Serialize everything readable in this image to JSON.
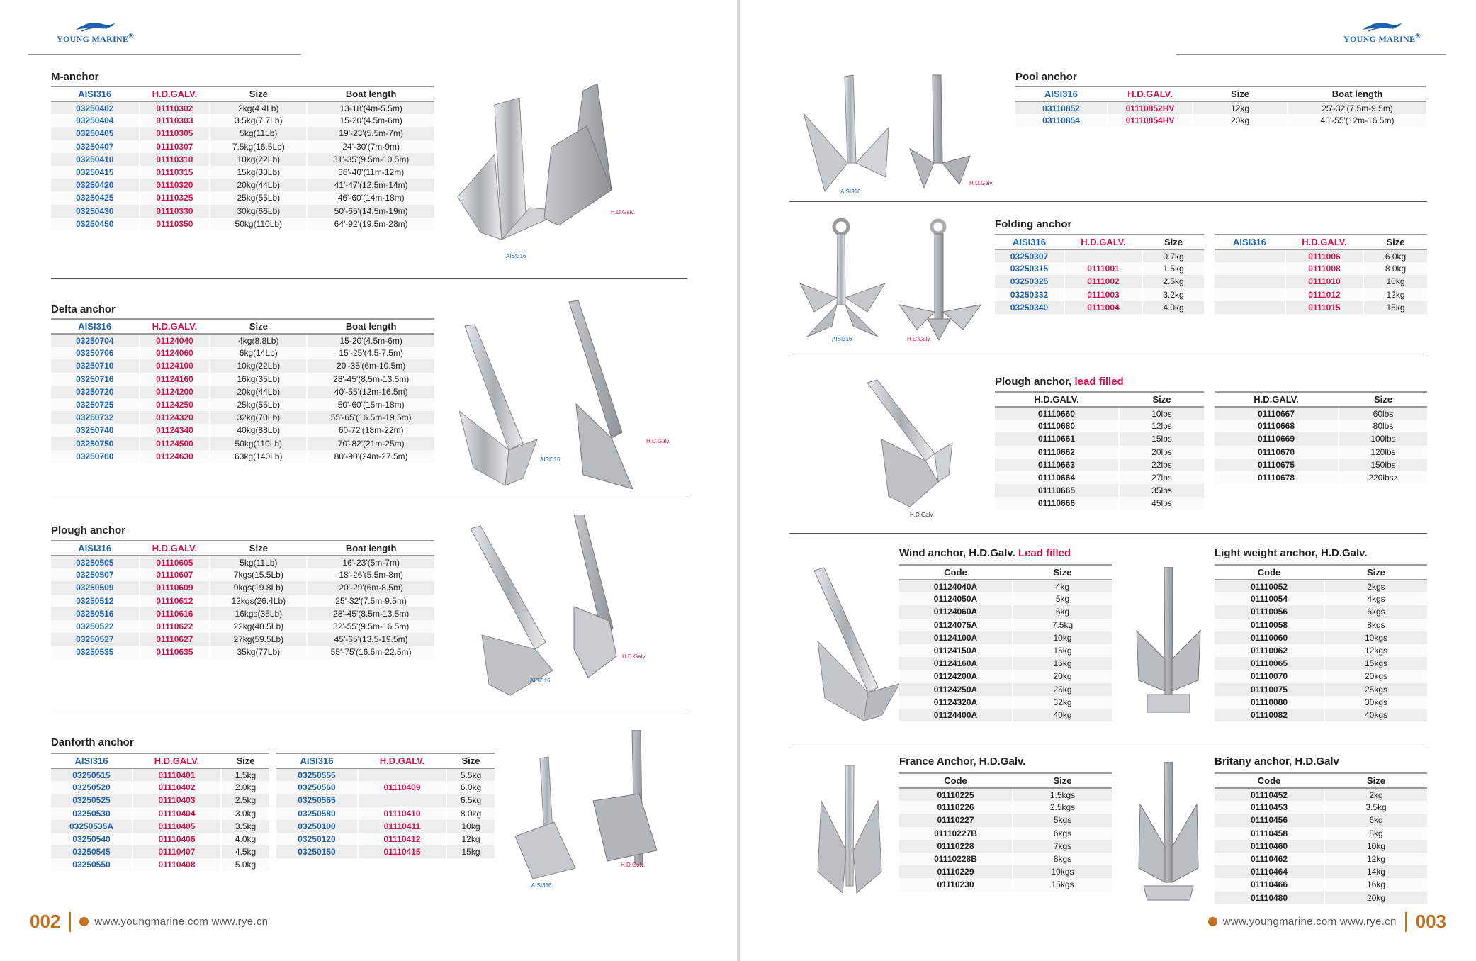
{
  "brand": "YOUNG MARINE",
  "brand_mark": "®",
  "colors": {
    "aisi": "#1e63b0",
    "galv": "#d0154e",
    "accent": "#c0701e"
  },
  "left": {
    "m_anchor": {
      "title": "M-anchor",
      "headers": [
        "AISI316",
        "H.D.GALV.",
        "Size",
        "Boat length"
      ],
      "rows": [
        [
          "03250402",
          "01110302",
          "2kg(4.4Lb)",
          "13-18'(4m-5.5m)"
        ],
        [
          "03250404",
          "01110303",
          "3.5kg(7.7Lb)",
          "15-20'(4.5m-6m)"
        ],
        [
          "03250405",
          "01110305",
          "5kg(11Lb)",
          "19'-23'(5.5m-7m)"
        ],
        [
          "03250407",
          "01110307",
          "7.5kg(16.5Lb)",
          "24'-30'(7m-9m)"
        ],
        [
          "03250410",
          "01110310",
          "10kg(22Lb)",
          "31'-35'(9.5m-10.5m)"
        ],
        [
          "03250415",
          "01110315",
          "15kg(33Lb)",
          "36'-40'(11m-12m)"
        ],
        [
          "03250420",
          "01110320",
          "20kg(44Lb)",
          "41'-47'(12.5m-14m)"
        ],
        [
          "03250425",
          "01110325",
          "25kg(55Lb)",
          "46'-60'(14m-18m)"
        ],
        [
          "03250430",
          "01110330",
          "30kg(66Lb)",
          "50'-65'(14.5m-19m)"
        ],
        [
          "03250450",
          "01110350",
          "50kg(110Lb)",
          "64'-92'(19.5m-28m)"
        ]
      ],
      "img_tags": [
        "AISI316",
        "H.D.Galv."
      ]
    },
    "delta": {
      "title": "Delta anchor",
      "headers": [
        "AISI316",
        "H.D.GALV.",
        "Size",
        "Boat length"
      ],
      "rows": [
        [
          "03250704",
          "01124040",
          "4kg(8.8Lb)",
          "15-20'(4.5m-6m)"
        ],
        [
          "03250706",
          "01124060",
          "6kg(14Lb)",
          "15'-25'(4.5-7.5m)"
        ],
        [
          "03250710",
          "01124100",
          "10kg(22Lb)",
          "20'-35'(6m-10.5m)"
        ],
        [
          "03250716",
          "01124160",
          "16kg(35Lb)",
          "28'-45'(8.5m-13.5m)"
        ],
        [
          "03250720",
          "01124200",
          "20kg(44Lb)",
          "40'-55'(12m-16.5m)"
        ],
        [
          "03250725",
          "01124250",
          "25kg(55Lb)",
          "50'-60'(15m-18m)"
        ],
        [
          "03250732",
          "01124320",
          "32kg(70Lb)",
          "55'-65'(16.5m-19.5m)"
        ],
        [
          "03250740",
          "01124340",
          "40kg(88Lb)",
          "60-72'(18m-22m)"
        ],
        [
          "03250750",
          "01124500",
          "50kg(110Lb)",
          "70'-82'(21m-25m)"
        ],
        [
          "03250760",
          "01124630",
          "63kg(140Lb)",
          "80'-90'(24m-27.5m)"
        ]
      ],
      "img_tags": [
        "AISI316",
        "H.D.Galv."
      ]
    },
    "plough": {
      "title": "Plough anchor",
      "headers": [
        "AISI316",
        "H.D.GALV.",
        "Size",
        "Boat length"
      ],
      "rows": [
        [
          "03250505",
          "01110605",
          "5kg(11Lb)",
          "16'-23'(5m-7m)"
        ],
        [
          "03250507",
          "01110607",
          "7kgs(15.5Lb)",
          "18'-26'(5.5m-8m)"
        ],
        [
          "03250509",
          "01110609",
          "9kgs(19.8Lb)",
          "20'-29'(6m-8.5m)"
        ],
        [
          "03250512",
          "01110612",
          "12kgs(26.4Lb)",
          "25'-32'(7.5m-9.5m)"
        ],
        [
          "03250516",
          "01110616",
          "16kgs(35Lb)",
          "28'-45'(8.5m-13.5m)"
        ],
        [
          "03250522",
          "01110622",
          "22kg(48.5Lb)",
          "32'-55'(9.5m-16.5m)"
        ],
        [
          "03250527",
          "01110627",
          "27kg(59.5Lb)",
          "45'-65'(13.5-19.5m)"
        ],
        [
          "03250535",
          "01110635",
          "35kg(77Lb)",
          "55'-75'(16.5m-22.5m)"
        ]
      ],
      "img_tags": [
        "AISI316",
        "H.D.Galv."
      ]
    },
    "danforth": {
      "title": "Danforth anchor",
      "headers": [
        "AISI316",
        "H.D.GALV.",
        "Size"
      ],
      "rows_a": [
        [
          "03250515",
          "01110401",
          "1.5kg"
        ],
        [
          "03250520",
          "01110402",
          "2.0kg"
        ],
        [
          "03250525",
          "01110403",
          "2.5kg"
        ],
        [
          "03250530",
          "01110404",
          "3.0kg"
        ],
        [
          "03250535A",
          "01110405",
          "3.5kg"
        ],
        [
          "03250540",
          "01110406",
          "4.0kg"
        ],
        [
          "03250545",
          "01110407",
          "4.5kg"
        ],
        [
          "03250550",
          "01110408",
          "5.0kg"
        ]
      ],
      "rows_b": [
        [
          "03250555",
          "",
          "5.5kg"
        ],
        [
          "03250560",
          "01110409",
          "6.0kg"
        ],
        [
          "03250565",
          "",
          "6.5kg"
        ],
        [
          "03250580",
          "01110410",
          "8.0kg"
        ],
        [
          "03250100",
          "01110411",
          "10kg"
        ],
        [
          "03250120",
          "01110412",
          "12kg"
        ],
        [
          "03250150",
          "01110415",
          "15kg"
        ]
      ],
      "img_tags": [
        "AISI316",
        "H.D.Galv."
      ]
    },
    "footer": {
      "page": "002",
      "url": "www.youngmarine.com   www.rye.cn"
    }
  },
  "right": {
    "pool": {
      "title": "Pool anchor",
      "headers": [
        "AISI316",
        "H.D.GALV.",
        "Size",
        "Boat length"
      ],
      "rows": [
        [
          "03110852",
          "01110852HV",
          "12kg",
          "25'-32'(7.5m-9.5m)"
        ],
        [
          "03110854",
          "01110854HV",
          "20kg",
          "40'-55'(12m-16.5m)"
        ]
      ],
      "img_tags": [
        "AISI316",
        "H.D.Galv."
      ]
    },
    "folding": {
      "title": "Folding anchor",
      "headers": [
        "AISI316",
        "H.D.GALV.",
        "Size"
      ],
      "rows_a": [
        [
          "03250307",
          "",
          "0.7kg"
        ],
        [
          "03250315",
          "0111001",
          "1.5kg"
        ],
        [
          "03250325",
          "0111002",
          "2.5kg"
        ],
        [
          "03250332",
          "0111003",
          "3.2kg"
        ],
        [
          "03250340",
          "0111004",
          "4.0kg"
        ]
      ],
      "rows_b": [
        [
          "",
          "0111006",
          "6.0kg"
        ],
        [
          "",
          "0111008",
          "8.0kg"
        ],
        [
          "",
          "0111010",
          "10kg"
        ],
        [
          "",
          "0111012",
          "12kg"
        ],
        [
          "",
          "0111015",
          "15kg"
        ]
      ],
      "img_tags": [
        "AISI316",
        "H.D.Galv."
      ]
    },
    "plough_lead": {
      "title": "Plough anchor,",
      "title_red": "lead filled",
      "headers": [
        "H.D.GALV.",
        "Size"
      ],
      "rows_a": [
        [
          "01110660",
          "10lbs"
        ],
        [
          "01110680",
          "12lbs"
        ],
        [
          "01110661",
          "15lbs"
        ],
        [
          "01110662",
          "20lbs"
        ],
        [
          "01110663",
          "22lbs"
        ],
        [
          "01110664",
          "27lbs"
        ],
        [
          "01110665",
          "35lbs"
        ],
        [
          "01110666",
          "45lbs"
        ]
      ],
      "rows_b": [
        [
          "01110667",
          "60lbs"
        ],
        [
          "01110668",
          "80lbs"
        ],
        [
          "01110669",
          "100lbs"
        ],
        [
          "01110670",
          "120lbs"
        ],
        [
          "01110675",
          "150lbs"
        ],
        [
          "01110678",
          "220lbsz"
        ]
      ],
      "img_tag": "H.D.Galv."
    },
    "wind": {
      "title": "Wind anchor, H.D.Galv.",
      "title_red": "Lead filled",
      "headers": [
        "Code",
        "Size"
      ],
      "rows": [
        [
          "01124040A",
          "4kg"
        ],
        [
          "01124050A",
          "5kg"
        ],
        [
          "01124060A",
          "6kg"
        ],
        [
          "01124075A",
          "7.5kg"
        ],
        [
          "01124100A",
          "10kg"
        ],
        [
          "01124150A",
          "15kg"
        ],
        [
          "01124160A",
          "16kg"
        ],
        [
          "01124200A",
          "20kg"
        ],
        [
          "01124250A",
          "25kg"
        ],
        [
          "01124320A",
          "32kg"
        ],
        [
          "01124400A",
          "40kg"
        ]
      ]
    },
    "light": {
      "title": "Light weight anchor, H.D.Galv.",
      "headers": [
        "Code",
        "Size"
      ],
      "rows": [
        [
          "01110052",
          "2kgs"
        ],
        [
          "01110054",
          "4kgs"
        ],
        [
          "01110056",
          "6kgs"
        ],
        [
          "01110058",
          "8kgs"
        ],
        [
          "01110060",
          "10kgs"
        ],
        [
          "01110062",
          "12kgs"
        ],
        [
          "01110065",
          "15kgs"
        ],
        [
          "01110070",
          "20kgs"
        ],
        [
          "01110075",
          "25kgs"
        ],
        [
          "01110080",
          "30kgs"
        ],
        [
          "01110082",
          "40kgs"
        ]
      ]
    },
    "france": {
      "title": "France Anchor, H.D.Galv.",
      "headers": [
        "Code",
        "Size"
      ],
      "rows": [
        [
          "01110225",
          "1.5kgs"
        ],
        [
          "01110226",
          "2.5kgs"
        ],
        [
          "01110227",
          "5kgs"
        ],
        [
          "01110227B",
          "6kgs"
        ],
        [
          "01110228",
          "7kgs"
        ],
        [
          "01110228B",
          "8kgs"
        ],
        [
          "01110229",
          "10kgs"
        ],
        [
          "01110230",
          "15kgs"
        ]
      ]
    },
    "britany": {
      "title": "Britany anchor, H.D.Galv",
      "headers": [
        "Code",
        "Size"
      ],
      "rows": [
        [
          "01110452",
          "2kg"
        ],
        [
          "01110453",
          "3.5kg"
        ],
        [
          "01110456",
          "6kg"
        ],
        [
          "01110458",
          "8kg"
        ],
        [
          "01110460",
          "10kg"
        ],
        [
          "01110462",
          "12kg"
        ],
        [
          "01110464",
          "14kg"
        ],
        [
          "01110466",
          "16kg"
        ],
        [
          "01110480",
          "20kg"
        ]
      ]
    },
    "footer": {
      "page": "003",
      "url": "www.youngmarine.com   www.rye.cn"
    }
  }
}
